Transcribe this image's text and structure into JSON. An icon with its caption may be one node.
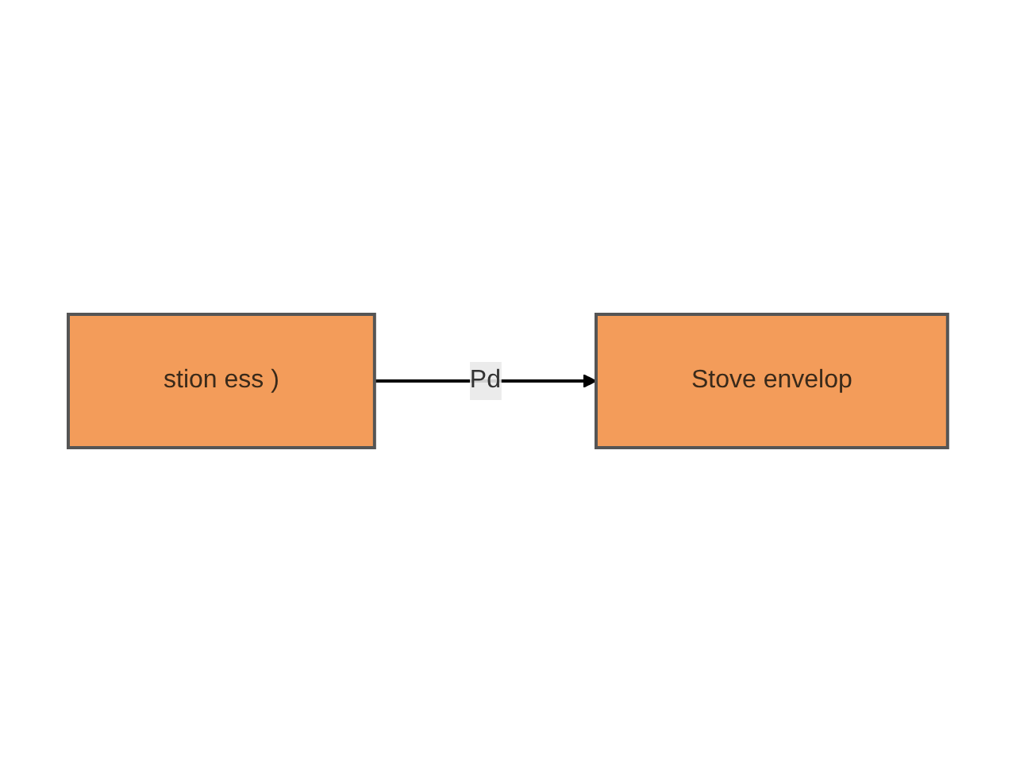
{
  "diagram": {
    "nodes": [
      {
        "text": [
          "stion ess )"
        ]
      },
      {
        "text": [
          "Stove envelop"
        ]
      }
    ],
    "edges": [
      {
        "from": 0,
        "to": 1,
        "arrow": "to",
        "label": "Pd"
      }
    ]
  }
}
